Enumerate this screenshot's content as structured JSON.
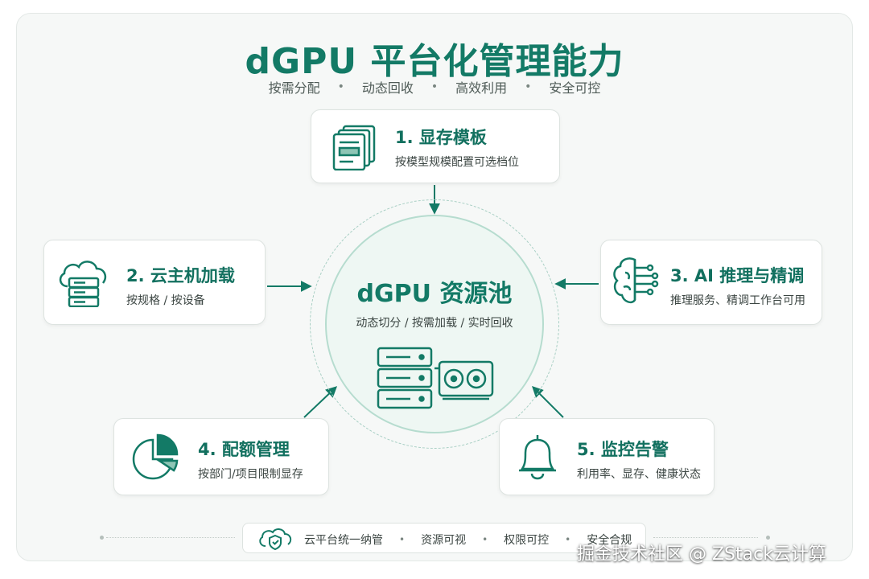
{
  "header": {
    "title": "dGPU 平台化管理能力",
    "tags": [
      "按需分配",
      "动态回收",
      "高效利用",
      "安全可控"
    ],
    "separator": "•"
  },
  "center": {
    "title": "dGPU 资源池",
    "subtitle": "动态切分 / 按需加载 / 实时回收",
    "icon": "server-gpu-icon"
  },
  "capabilities": [
    {
      "title": "1. 显存模板",
      "desc": "按模型规模配置可选档位",
      "icon": "template-stack-icon"
    },
    {
      "title": "2. 云主机加载",
      "desc": "按规格 / 按设备",
      "icon": "cloud-server-icon"
    },
    {
      "title": "3. AI 推理与精调",
      "desc": "推理服务、精调工作台可用",
      "icon": "brain-circuit-icon"
    },
    {
      "title": "4. 配额管理",
      "desc": "按部门/项目限制显存",
      "icon": "pie-chart-icon"
    },
    {
      "title": "5. 监控告警",
      "desc": "利用率、显存、健康状态",
      "icon": "bell-icon"
    }
  ],
  "footer": {
    "icon": "cloud-shield-icon",
    "items": [
      "云平台统一纳管",
      "资源可视",
      "权限可控",
      "安全合规"
    ]
  },
  "watermark": "掘金技术社区 @ ZStack云计算",
  "colors": {
    "accent": "#137a66",
    "accent_light": "#eef7f3",
    "text": "#3b4542",
    "background": "#f6f8f7"
  }
}
